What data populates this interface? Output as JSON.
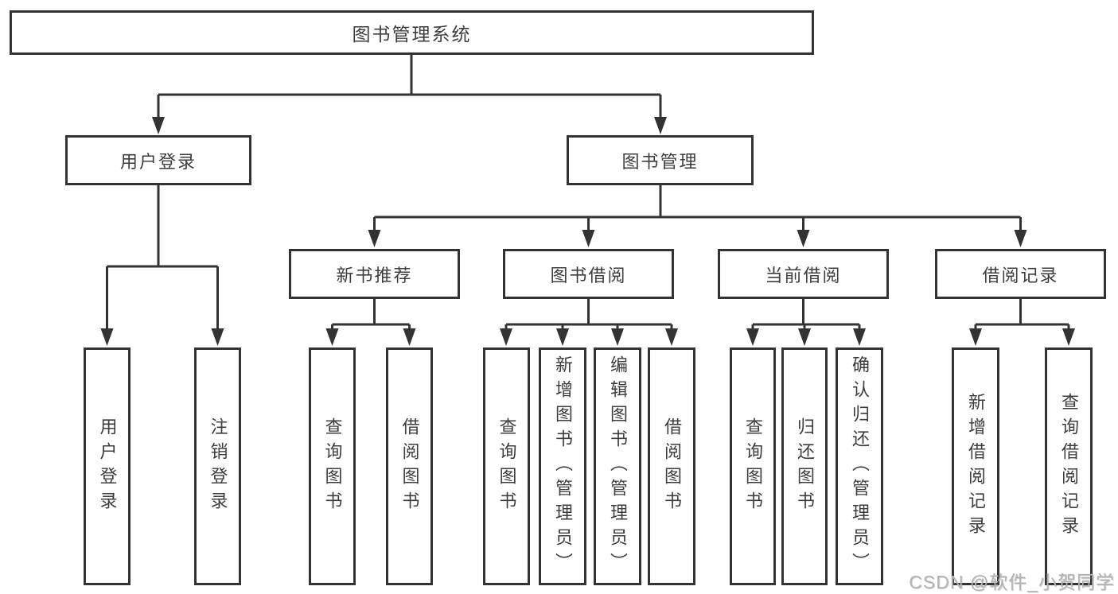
{
  "nodes": {
    "root": "图书管理系统",
    "user_login": "用户登录",
    "book_mgmt": "图书管理",
    "new_book_rec": "新书推荐",
    "book_borrow": "图书借阅",
    "current_borrow": "当前借阅",
    "borrow_records": "借阅记录",
    "leaf_user_login": "用户登录",
    "leaf_logout": "注销登录",
    "leaf_nbr_query": "查询图书",
    "leaf_nbr_borrow": "借阅图书",
    "leaf_bb_query": "查询图书",
    "leaf_bb_add": "新增图书（管理员）",
    "leaf_bb_edit": "编辑图书（管理员）",
    "leaf_bb_borrow": "借阅图书",
    "leaf_cb_query": "查询图书",
    "leaf_cb_return": "归还图书",
    "leaf_cb_confirm": "确认归还（管理员）",
    "leaf_br_add": "新增借阅记录",
    "leaf_br_query": "查询借阅记录"
  },
  "watermark": "CSDN @软件_小贺同学",
  "colors": {
    "line": "#333333",
    "border": "#333333",
    "background": "#ffffff",
    "text": "#3d3d3d",
    "watermark": "#b3b3b3"
  }
}
